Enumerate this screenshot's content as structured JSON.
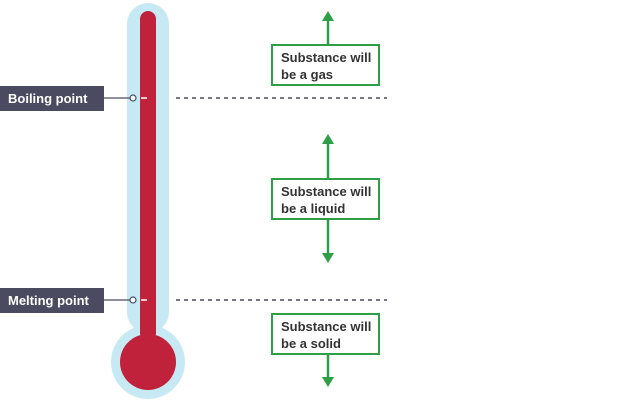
{
  "labels": {
    "boiling_point": "Boiling point",
    "melting_point": "Melting point"
  },
  "states": {
    "gas": {
      "line1": "Substance will",
      "line2": "be a gas"
    },
    "liquid": {
      "line1": "Substance will",
      "line2": "be a liquid"
    },
    "solid": {
      "line1": "Substance will",
      "line2": "be a solid"
    }
  },
  "colors": {
    "thermometer_outer": "#c6e9f4",
    "thermometer_liquid": "#c0223c",
    "label_background": "#4a4a60",
    "arrow_and_box": "#2e9e47",
    "dashed_line": "#4a4a60",
    "connector": "#4a4a60"
  }
}
